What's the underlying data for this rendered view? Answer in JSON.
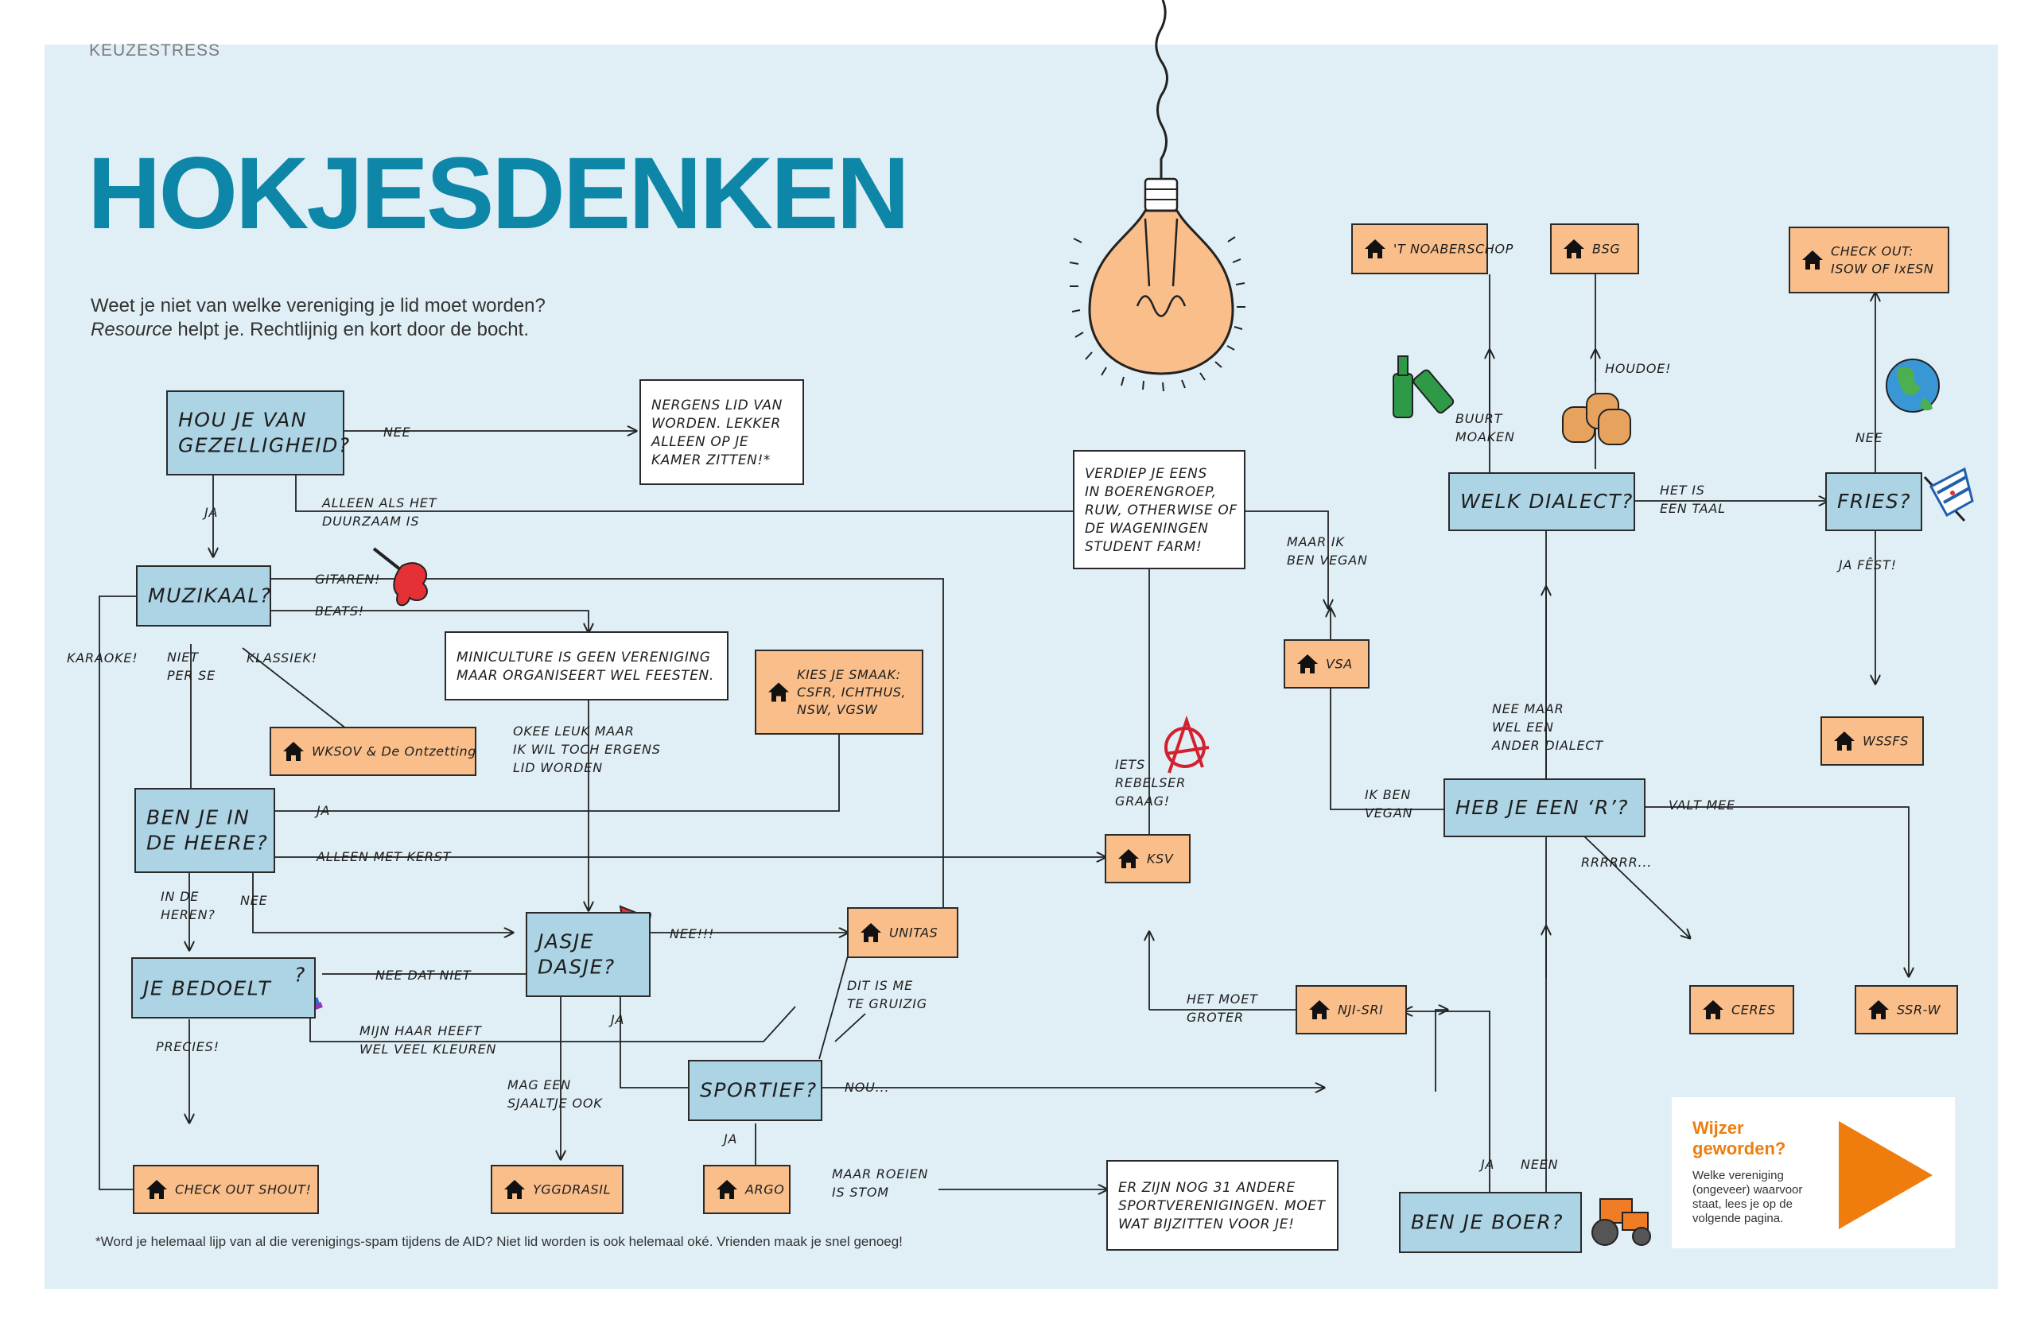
{
  "header": {
    "section": "KEUZESTRESS",
    "title": "HOKJESDENKEN",
    "intro_line1": "Weet je niet van welke vereniging je lid moet worden?",
    "intro_source": "Resource",
    "intro_line2_rest": " helpt je. Rechtlijnig en kort door de bocht."
  },
  "footnote": "*Word je helemaal lijp van al die verenigings-spam tijdens de AID? Niet lid worden is ook helemaal oké. Vrienden maak je snel genoeg!",
  "wijzer": {
    "title": "Wijzer geworden?",
    "text": "Welke vereniging (ongeveer) waarvoor staat, lees je op de volgende pagina."
  },
  "colors": {
    "question_fill": "#add4e4",
    "result_fill": "#f9be8a",
    "note_fill": "#ffffff",
    "title_color": "#0e86a8",
    "accent_orange": "#ef7d0e",
    "background": "#e0eff5"
  },
  "nodes": [
    {
      "id": "gezellig",
      "type": "question",
      "lines": [
        "HOU JE VAN",
        "GEZELLIGHEID?"
      ]
    },
    {
      "id": "nergens",
      "type": "note",
      "lines": [
        "NERGENS LID VAN",
        "WORDEN. LEKKER",
        "ALLEEN OP JE",
        "KAMER ZITTEN!*"
      ]
    },
    {
      "id": "verdiep",
      "type": "note",
      "lines": [
        "VERDIEP JE EENS",
        "IN BOERENGROEP,",
        "RUW, OTHERWISE OF",
        "DE WAGENINGEN",
        "STUDENT FARM!"
      ]
    },
    {
      "id": "muzikaal",
      "type": "question",
      "lines": [
        "MUZIKAAL?"
      ]
    },
    {
      "id": "miniculture",
      "type": "note",
      "lines": [
        "MINICULTURE IS GEEN VERENIGING",
        "MAAR ORGANISEERT WEL FEESTEN."
      ]
    },
    {
      "id": "kies",
      "type": "result",
      "lines": [
        "KIES JE SMAAK:",
        "CSFR, ICHTHUS,",
        "NSW, VGSW"
      ]
    },
    {
      "id": "wksov",
      "type": "result",
      "lines": [
        "WKSOV & De Ontzetting"
      ]
    },
    {
      "id": "heere",
      "type": "question",
      "lines": [
        "BEN JE IN",
        "DE HEERE?"
      ]
    },
    {
      "id": "bedoelt",
      "type": "question",
      "lines": [
        "JE BEDOELT",
        "?"
      ]
    },
    {
      "id": "jasje",
      "type": "question",
      "lines": [
        "JASJE",
        "DASJE?"
      ]
    },
    {
      "id": "unitas",
      "type": "result",
      "lines": [
        "UNITAS"
      ]
    },
    {
      "id": "sportief",
      "type": "question",
      "lines": [
        "SPORTIEF?"
      ]
    },
    {
      "id": "shout",
      "type": "result",
      "lines": [
        "CHECK OUT SHOUT!"
      ]
    },
    {
      "id": "yggdrasil",
      "type": "result",
      "lines": [
        "YGGDRASIL"
      ]
    },
    {
      "id": "argo",
      "type": "result",
      "lines": [
        "ARGO"
      ]
    },
    {
      "id": "sport31",
      "type": "note",
      "lines": [
        "ER ZIJN NOG 31 ANDERE",
        "SPORTVERENIGINGEN. MOET",
        "WAT BIJZITTEN VOOR JE!"
      ]
    },
    {
      "id": "ksv",
      "type": "result",
      "lines": [
        "KSV"
      ]
    },
    {
      "id": "njisri",
      "type": "result",
      "lines": [
        "NJI-SRI"
      ]
    },
    {
      "id": "boer",
      "type": "question",
      "lines": [
        "BEN JE BOER?"
      ]
    },
    {
      "id": "vsa",
      "type": "result",
      "lines": [
        "VSA"
      ]
    },
    {
      "id": "noaberschop",
      "type": "result",
      "lines": [
        "'T NOABERSCHOP"
      ]
    },
    {
      "id": "bsg",
      "type": "result",
      "lines": [
        "BSG"
      ]
    },
    {
      "id": "dialect",
      "type": "question",
      "lines": [
        "WELK DIALECT?"
      ]
    },
    {
      "id": "isow",
      "type": "result",
      "lines": [
        "CHECK OUT:",
        "ISOW OF IxESN"
      ]
    },
    {
      "id": "fries",
      "type": "question",
      "lines": [
        "FRIES?"
      ]
    },
    {
      "id": "wssfs",
      "type": "result",
      "lines": [
        "WSSFS"
      ]
    },
    {
      "id": "heber",
      "type": "question",
      "lines": [
        "HEB JE EEN ‘R’?"
      ]
    },
    {
      "id": "ceres",
      "type": "result",
      "lines": [
        "CERES"
      ]
    },
    {
      "id": "ssrw",
      "type": "result",
      "lines": [
        "SSR-W"
      ]
    }
  ],
  "edge_labels": [
    {
      "id": "nee1",
      "lines": [
        "NEE"
      ]
    },
    {
      "id": "ja1",
      "lines": [
        "JA"
      ]
    },
    {
      "id": "duurzaam",
      "lines": [
        "ALLEEN ALS HET",
        "DUURZAAM IS"
      ]
    },
    {
      "id": "gitaren",
      "lines": [
        "GITAREN!"
      ]
    },
    {
      "id": "beats",
      "lines": [
        "BEATS!"
      ]
    },
    {
      "id": "karaoke",
      "lines": [
        "KARAOKE!"
      ]
    },
    {
      "id": "nietperse",
      "lines": [
        "NIET",
        "PER SE"
      ]
    },
    {
      "id": "klassiek",
      "lines": [
        "KLASSIEK!"
      ]
    },
    {
      "id": "okee",
      "lines": [
        "OKEE LEUK MAAR",
        "IK WIL TOCH ERGENS",
        "LID WORDEN"
      ]
    },
    {
      "id": "ja2",
      "lines": [
        "JA"
      ]
    },
    {
      "id": "kerst",
      "lines": [
        "ALLEEN MET KERST"
      ]
    },
    {
      "id": "inde",
      "lines": [
        "IN DE",
        "HEREN?"
      ]
    },
    {
      "id": "nee2",
      "lines": [
        "NEE"
      ]
    },
    {
      "id": "needat",
      "lines": [
        "NEE DAT NIET"
      ]
    },
    {
      "id": "haar",
      "lines": [
        "MIJN HAAR HEEFT",
        "WEL VEEL KLEUREN"
      ]
    },
    {
      "id": "precies",
      "lines": [
        "PRECIES!"
      ]
    },
    {
      "id": "neee",
      "lines": [
        "NEE!!!"
      ]
    },
    {
      "id": "ja3",
      "lines": [
        "JA"
      ]
    },
    {
      "id": "gruizig",
      "lines": [
        "DIT IS ME",
        "TE GRUIZIG"
      ]
    },
    {
      "id": "sjaal",
      "lines": [
        "MAG EEN",
        "SJAALTJE OOK"
      ]
    },
    {
      "id": "nou",
      "lines": [
        "NOU..."
      ]
    },
    {
      "id": "ja4",
      "lines": [
        "JA"
      ]
    },
    {
      "id": "roeien",
      "lines": [
        "MAAR ROEIEN",
        "IS STOM"
      ]
    },
    {
      "id": "rebelser",
      "lines": [
        "IETS",
        "REBELSER",
        "GRAAG!"
      ]
    },
    {
      "id": "groter",
      "lines": [
        "HET MOET",
        "GROTER"
      ]
    },
    {
      "id": "vegan1",
      "lines": [
        "MAAR IK",
        "BEN VEGAN"
      ]
    },
    {
      "id": "vegan2",
      "lines": [
        "IK BEN",
        "VEGAN"
      ]
    },
    {
      "id": "buurt",
      "lines": [
        "BUURT",
        "MOAKEN"
      ]
    },
    {
      "id": "houdoe",
      "lines": [
        "HOUDOE!"
      ]
    },
    {
      "id": "taal",
      "lines": [
        "HET IS",
        "EEN TAAL"
      ]
    },
    {
      "id": "nee3",
      "lines": [
        "NEE"
      ]
    },
    {
      "id": "jafest",
      "lines": [
        "JA FÊST!"
      ]
    },
    {
      "id": "neemaar",
      "lines": [
        "NEE MAAR",
        "WEL EEN",
        "ANDER DIALECT"
      ]
    },
    {
      "id": "valtmee",
      "lines": [
        "VALT MEE"
      ]
    },
    {
      "id": "rrrr",
      "lines": [
        "RRRRRR..."
      ]
    },
    {
      "id": "ja5",
      "lines": [
        "JA"
      ]
    },
    {
      "id": "neen",
      "lines": [
        "NEEN"
      ]
    }
  ]
}
